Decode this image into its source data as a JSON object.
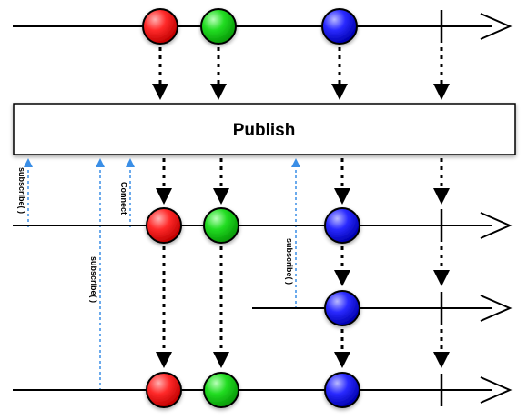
{
  "operator": {
    "label": "Publish"
  },
  "annotations": [
    {
      "id": "subscribe-1",
      "text": "subscribe( )"
    },
    {
      "id": "subscribe-2",
      "text": "subscribe( )"
    },
    {
      "id": "connect",
      "text": "Connect"
    },
    {
      "id": "subscribe-3",
      "text": "subscribe( )"
    }
  ],
  "colors": {
    "red": "#ff2a2a",
    "green": "#22dd22",
    "blue": "#2a2aff",
    "subscribe_arrow": "#3a8ee6",
    "line": "#000000"
  },
  "marbles": {
    "source": [
      "red",
      "green",
      "blue"
    ],
    "output_1": [
      "red",
      "green",
      "blue"
    ],
    "output_2": [
      "blue"
    ],
    "output_3": [
      "red",
      "green",
      "blue"
    ]
  }
}
